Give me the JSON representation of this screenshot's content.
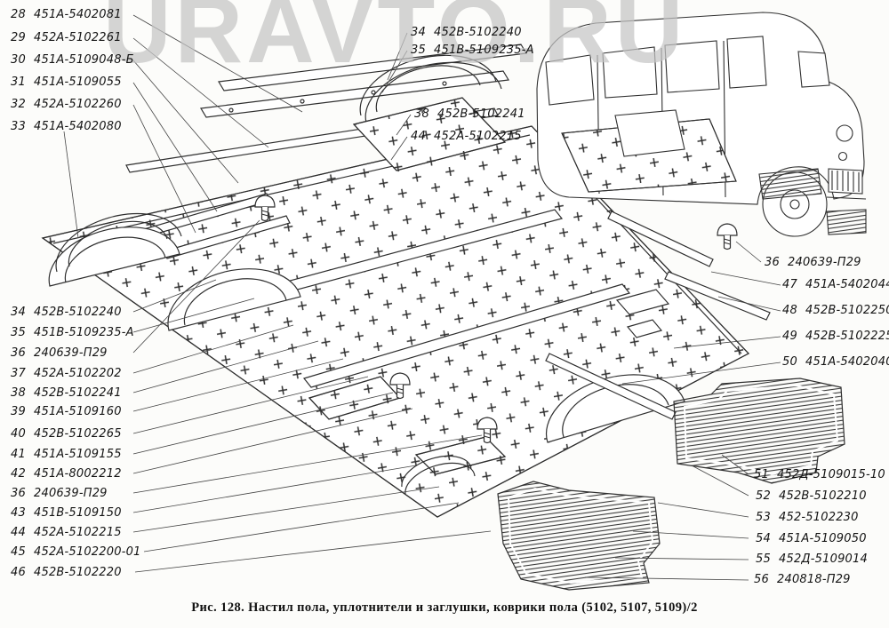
{
  "watermark": "URAVTO.RU",
  "caption": "Рис. 128. Настил пола, уплотнители и заглушки, коврики пола (5102, 5107, 5109)/2",
  "labels": {
    "top_left": [
      {
        "num": "28",
        "part": "451А-5402081"
      },
      {
        "num": "29",
        "part": "452А-5102261"
      },
      {
        "num": "30",
        "part": "451А-5109048-Б"
      },
      {
        "num": "31",
        "part": "451А-5109055"
      },
      {
        "num": "32",
        "part": "452А-5102260"
      },
      {
        "num": "33",
        "part": "451А-5402080"
      }
    ],
    "top_mid": [
      {
        "num": "34",
        "part": "452В-5102240"
      },
      {
        "num": "35",
        "part": "451В-5109235-А"
      }
    ],
    "mid_upper": [
      {
        "num": "38",
        "part": "452В-5102241"
      },
      {
        "num": "44",
        "part": "452А-5102215"
      }
    ],
    "mid_left": [
      {
        "num": "34",
        "part": "452В-5102240"
      },
      {
        "num": "35",
        "part": "451В-5109235-А"
      },
      {
        "num": "36",
        "part": "240639-П29"
      },
      {
        "num": "37",
        "part": "452А-5102202"
      },
      {
        "num": "38",
        "part": "452В-5102241"
      },
      {
        "num": "39",
        "part": "451А-5109160"
      },
      {
        "num": "40",
        "part": "452В-5102265"
      },
      {
        "num": "41",
        "part": "451А-5109155"
      },
      {
        "num": "42",
        "part": "451А-8002212"
      },
      {
        "num": "36",
        "part": "240639-П29"
      },
      {
        "num": "43",
        "part": "451В-5109150"
      },
      {
        "num": "44",
        "part": "452А-5102215"
      },
      {
        "num": "45",
        "part": "452А-5102200-01"
      },
      {
        "num": "46",
        "part": "452В-5102220"
      }
    ],
    "right_mid": [
      {
        "num": "36",
        "part": "240639-П29"
      },
      {
        "num": "47",
        "part": "451А-5402044"
      },
      {
        "num": "48",
        "part": "452В-5102250"
      },
      {
        "num": "49",
        "part": "452В-5102225"
      },
      {
        "num": "50",
        "part": "451А-5402040"
      }
    ],
    "right_bottom": [
      {
        "num": "51",
        "part": "452Д-5109015-10"
      },
      {
        "num": "52",
        "part": "452В-5102210"
      },
      {
        "num": "53",
        "part": "452-5102230"
      },
      {
        "num": "54",
        "part": "451А-5109050"
      },
      {
        "num": "55",
        "part": "452Д-5109014"
      },
      {
        "num": "56",
        "part": "240818-П29"
      }
    ]
  }
}
